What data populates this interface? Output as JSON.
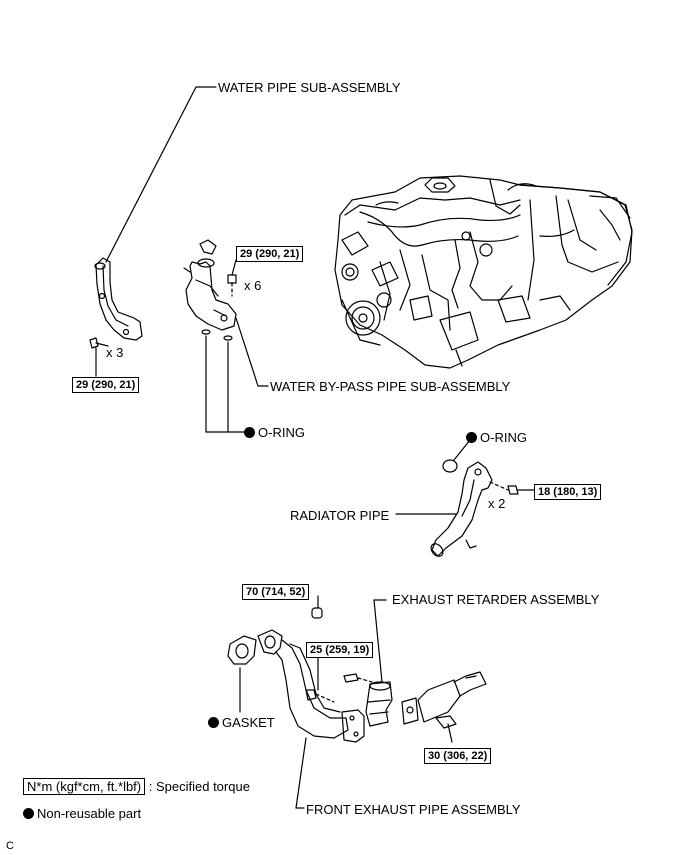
{
  "labels": {
    "water_pipe": "WATER PIPE SUB-ASSEMBLY",
    "water_bypass": "WATER BY-PASS PIPE SUB-ASSEMBLY",
    "o_ring_1": "O-RING",
    "o_ring_2": "O-RING",
    "radiator_pipe": "RADIATOR PIPE",
    "exhaust_retarder": "EXHAUST RETARDER ASSEMBLY",
    "gasket": "GASKET",
    "front_exhaust": "FRONT EXHAUST PIPE ASSEMBLY"
  },
  "torques": {
    "t1": "29 (290, 21)",
    "t2": "29 (290, 21)",
    "t3": "18 (180, 13)",
    "t4": "70 (714, 52)",
    "t5": "25 (259, 19)",
    "t6": "30 (306, 22)"
  },
  "multipliers": {
    "m1": "x 3",
    "m2": "x 6",
    "m3": "x 2"
  },
  "legend": {
    "torque_box": "N*m (kgf*cm, ft.*lbf)",
    "torque_text": ": Specified torque",
    "nonreusable": "Non-reusable part"
  },
  "corner_code": "C"
}
